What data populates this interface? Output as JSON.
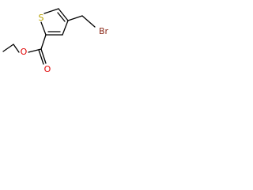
{
  "molecule": {
    "atoms": {
      "sulfur": "S",
      "bromine": "Br",
      "oxygen_ester": "O",
      "oxygen_carbonyl": "O"
    },
    "colors": {
      "sulfur": "#b8a000",
      "bromine": "#8b2a1a",
      "oxygen": "#e00000",
      "bond": "#000000"
    }
  }
}
